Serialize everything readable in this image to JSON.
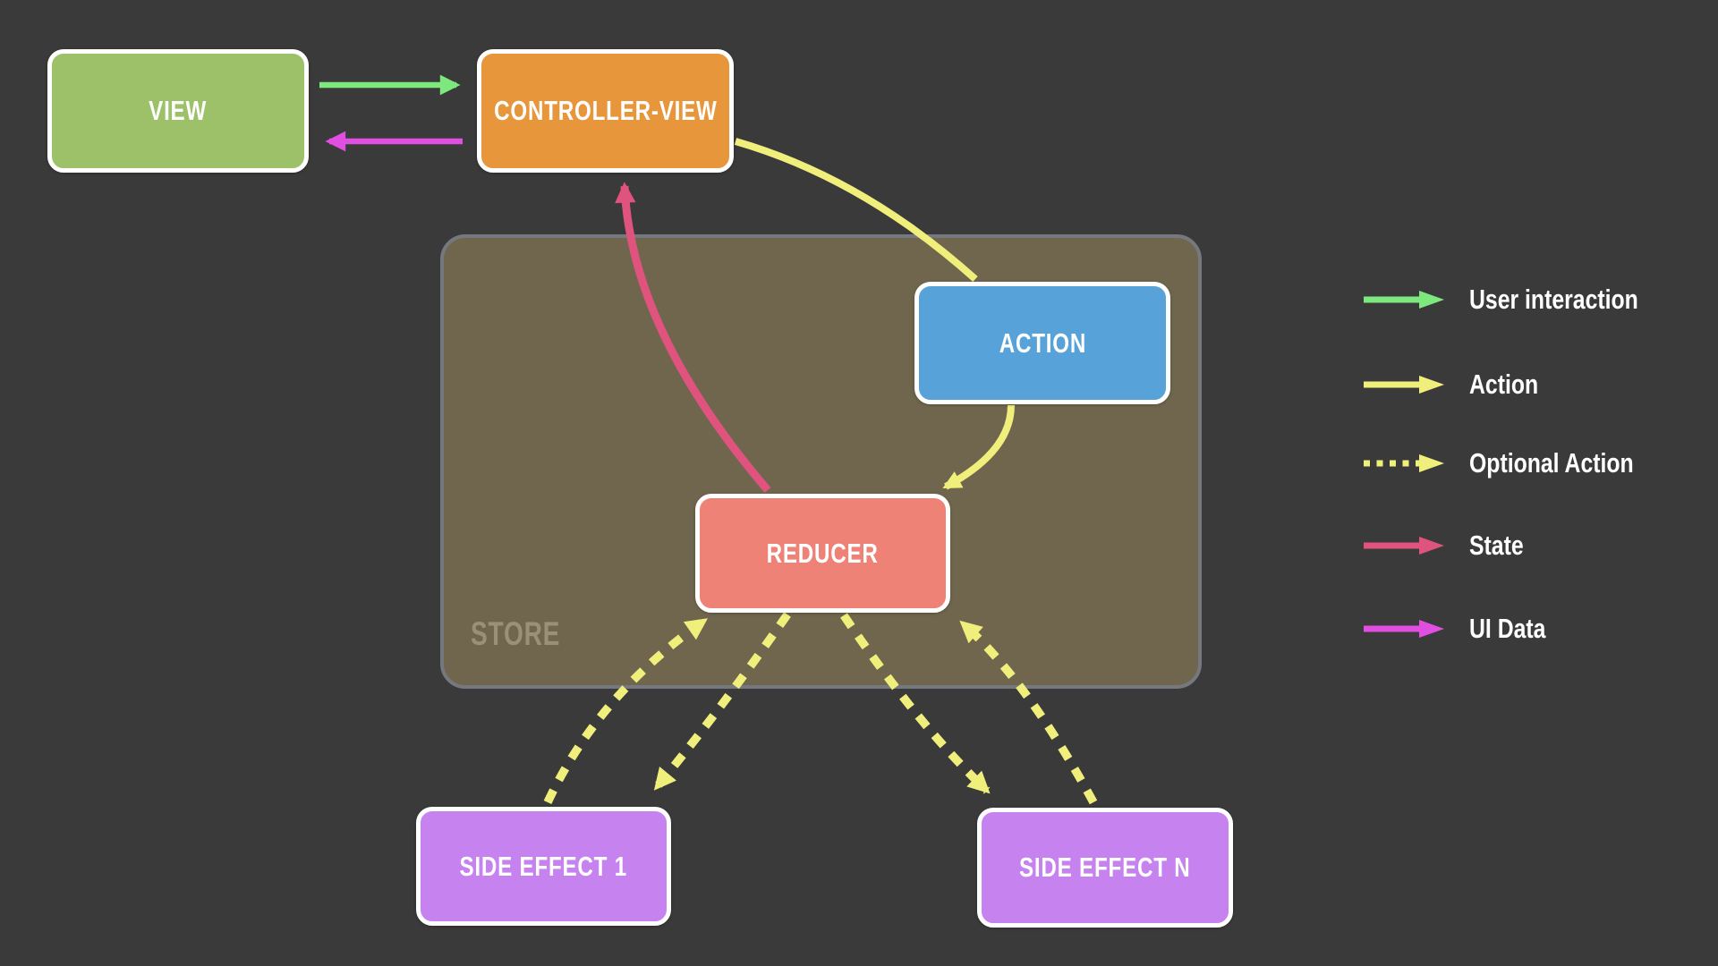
{
  "colors": {
    "background": "#3a3a3a",
    "text": "#ffffff",
    "node_border": "#ffffff",
    "view_fill": "#9cc168",
    "controller_fill": "#e8963c",
    "action_fill": "#57a2d9",
    "reducer_fill": "#ef8277",
    "side_effect_fill": "#c683ef",
    "store_fill": "#6f664d",
    "store_border": "#75797f",
    "store_label_color": "#9a9077",
    "arrow_green": "#7de87e",
    "arrow_yellow": "#f1ef7c",
    "arrow_pink": "#e0537f",
    "arrow_magenta": "#e14fe1"
  },
  "nodes": {
    "view": {
      "label": "VIEW"
    },
    "controller_view": {
      "label": "CONTROLLER-VIEW"
    },
    "action": {
      "label": "ACTION"
    },
    "reducer": {
      "label": "REDUCER"
    },
    "side_effect_1": {
      "label": "SIDE EFFECT 1"
    },
    "side_effect_n": {
      "label": "SIDE EFFECT N"
    },
    "store": {
      "label": "STORE"
    }
  },
  "edges": [
    {
      "from": "VIEW",
      "to": "CONTROLLER-VIEW",
      "type": "User interaction",
      "style": "solid"
    },
    {
      "from": "CONTROLLER-VIEW",
      "to": "VIEW",
      "type": "UI Data",
      "style": "solid"
    },
    {
      "from": "CONTROLLER-VIEW",
      "to": "ACTION",
      "type": "Action",
      "style": "solid"
    },
    {
      "from": "ACTION",
      "to": "REDUCER",
      "type": "Action",
      "style": "solid"
    },
    {
      "from": "REDUCER",
      "to": "CONTROLLER-VIEW",
      "type": "State",
      "style": "solid"
    },
    {
      "from": "SIDE EFFECT 1",
      "to": "REDUCER",
      "type": "Optional Action",
      "style": "dashed"
    },
    {
      "from": "REDUCER",
      "to": "SIDE EFFECT 1",
      "type": "Optional Action",
      "style": "dashed"
    },
    {
      "from": "REDUCER",
      "to": "SIDE EFFECT N",
      "type": "Optional Action",
      "style": "dashed"
    },
    {
      "from": "SIDE EFFECT N",
      "to": "REDUCER",
      "type": "Optional Action",
      "style": "dashed"
    }
  ],
  "legend": {
    "items": [
      {
        "label": "User interaction",
        "style": "solid"
      },
      {
        "label": "Action",
        "style": "solid"
      },
      {
        "label": "Optional Action",
        "style": "dashed"
      },
      {
        "label": "State",
        "style": "solid"
      },
      {
        "label": "UI Data",
        "style": "solid"
      }
    ]
  }
}
